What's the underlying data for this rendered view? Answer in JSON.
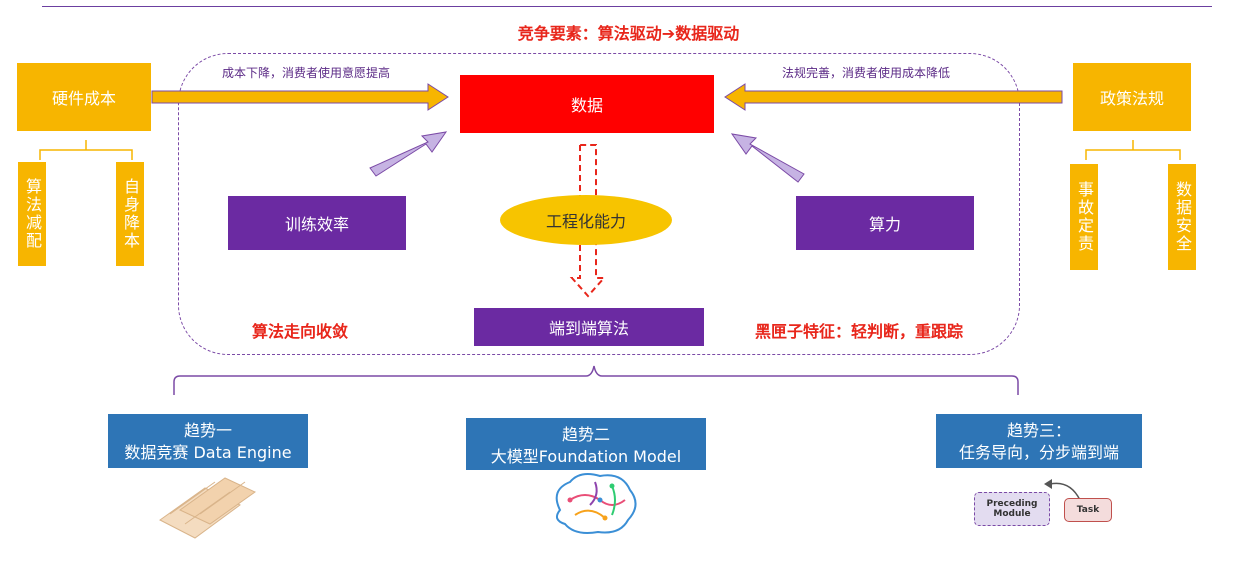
{
  "header": {
    "title": "竞争要素：算法驱动➔数据驱动"
  },
  "left": {
    "main": "硬件成本",
    "arrow_label": "成本下降，消费者使用意愿提高",
    "sub": [
      "算法减配",
      "自身降本"
    ]
  },
  "right": {
    "main": "政策法规",
    "arrow_label": "法规完善，消费者使用成本降低",
    "sub": [
      "事故定责",
      "数据安全"
    ]
  },
  "center": {
    "data": "数据",
    "training": "训练效率",
    "engineering": "工程化能力",
    "compute": "算力",
    "e2e": "端到端算法",
    "left_note": "算法走向收敛",
    "right_note": "黑匣子特征：轻判断，重跟踪"
  },
  "trends": [
    {
      "line1": "趋势一",
      "line2": "数据竞赛 Data Engine"
    },
    {
      "line1": "趋势二",
      "line2": "大模型Foundation Model"
    },
    {
      "line1": "趋势三：",
      "line2": "任务导向，分步端到端"
    }
  ],
  "task_diagram": {
    "preceding": "Preceding Module",
    "task": "Task"
  },
  "colors": {
    "yellow": "#f7b500",
    "red": "#ff0000",
    "purple": "#6b2aa2",
    "blue": "#2e75b6"
  }
}
